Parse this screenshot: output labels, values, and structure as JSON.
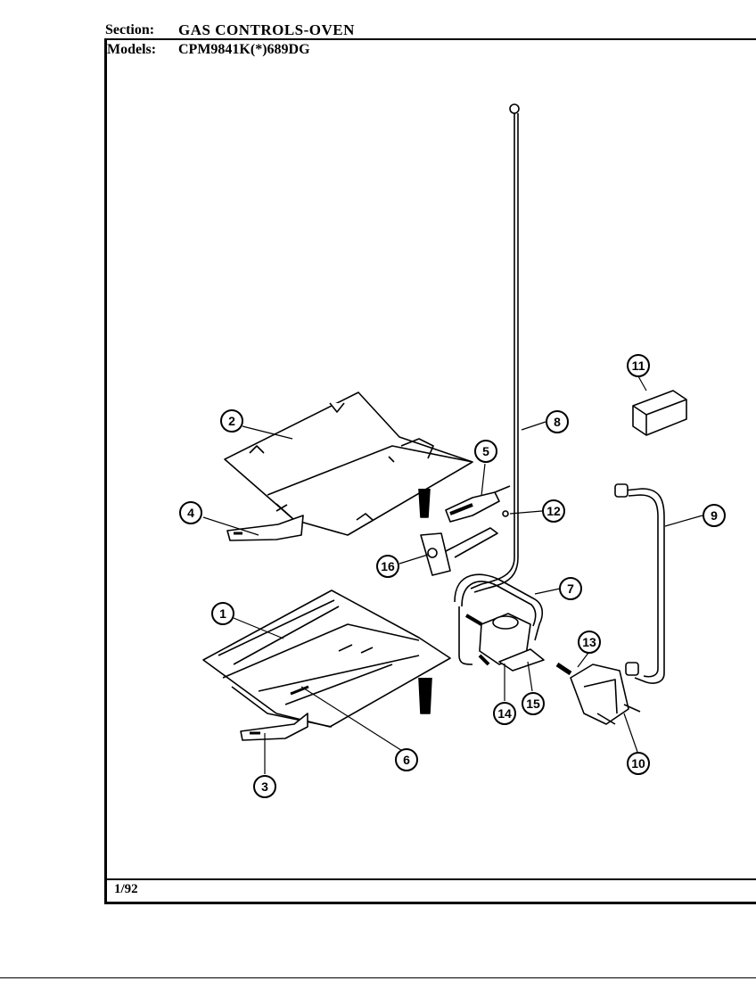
{
  "header": {
    "section_label": "Section:",
    "section_value": "GAS CONTROLS-OVEN",
    "models_label": "Models:",
    "models_value": "CPM9841K(*)689DG"
  },
  "footer": {
    "date": "1/92"
  },
  "callouts": [
    "1",
    "2",
    "3",
    "4",
    "5",
    "6",
    "7",
    "8",
    "9",
    "10",
    "11",
    "12",
    "13",
    "14",
    "15",
    "16"
  ]
}
